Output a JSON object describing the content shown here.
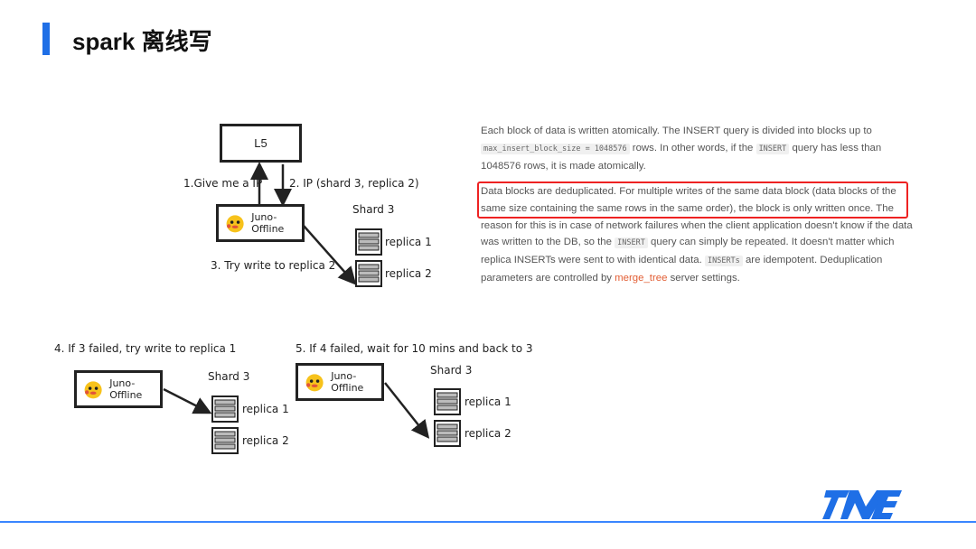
{
  "slide": {
    "title": "spark 离线写"
  },
  "diagram_top": {
    "lb_label": "L5",
    "arrow1_label": "1.Give me a IP",
    "arrow2_label": "2. IP (shard 3, replica 2)",
    "client_label": "Juno-Offline",
    "shard_label": "Shard 3",
    "replica1": "replica 1",
    "replica2": "replica 2",
    "arrow3_label": "3. Try write to replica 2"
  },
  "diagram_step4": {
    "heading": "4. If 3 failed,  try write to replica 1",
    "client_label": "Juno-Offline",
    "shard_label": "Shard 3",
    "replica1": "replica 1",
    "replica2": "replica 2"
  },
  "diagram_step5": {
    "heading": "5.  If 4 failed, wait for 10 mins and back to 3",
    "client_label": "Juno-Offline",
    "shard_label": "Shard 3",
    "replica1": "replica 1",
    "replica2": "replica 2"
  },
  "doc": {
    "p1_a": "Each block of data is written atomically. The INSERT query is divided into blocks up to",
    "p1_code1": "max_insert_block_size = 1048576",
    "p1_b": " rows. In other words, if the ",
    "p1_code2": "INSERT",
    "p1_c": " query has less than",
    "p1_d": "1048576 rows, it is made atomically.",
    "p2_line1": "Data blocks are deduplicated. For multiple writes of the same data block (data blocks of the",
    "p2_line2": "same size containing the same rows in the same order), the block is only written once. The",
    "p2_line3": "reason for this is in case of network failures when the client application doesn't know if the data",
    "p2_line4a": "was written to the DB, so the ",
    "p2_code1": "INSERT",
    "p2_line4b": " query can simply be repeated. It doesn't matter which",
    "p2_line5a": "replica INSERTs were sent to with identical data. ",
    "p2_code2": "INSERTs",
    "p2_line5b": " are idempotent. Deduplication",
    "p2_line6a": "parameters are controlled by ",
    "p2_link": "merge_tree",
    "p2_line6b": " server settings."
  },
  "colors": {
    "accent": "#1f6fe6",
    "highlight": "#ee2222",
    "link": "#e25d33",
    "logo": "#1f6fe6"
  },
  "icons": [
    "server-icon",
    "duck-avatar-icon",
    "tme-logo-icon"
  ]
}
